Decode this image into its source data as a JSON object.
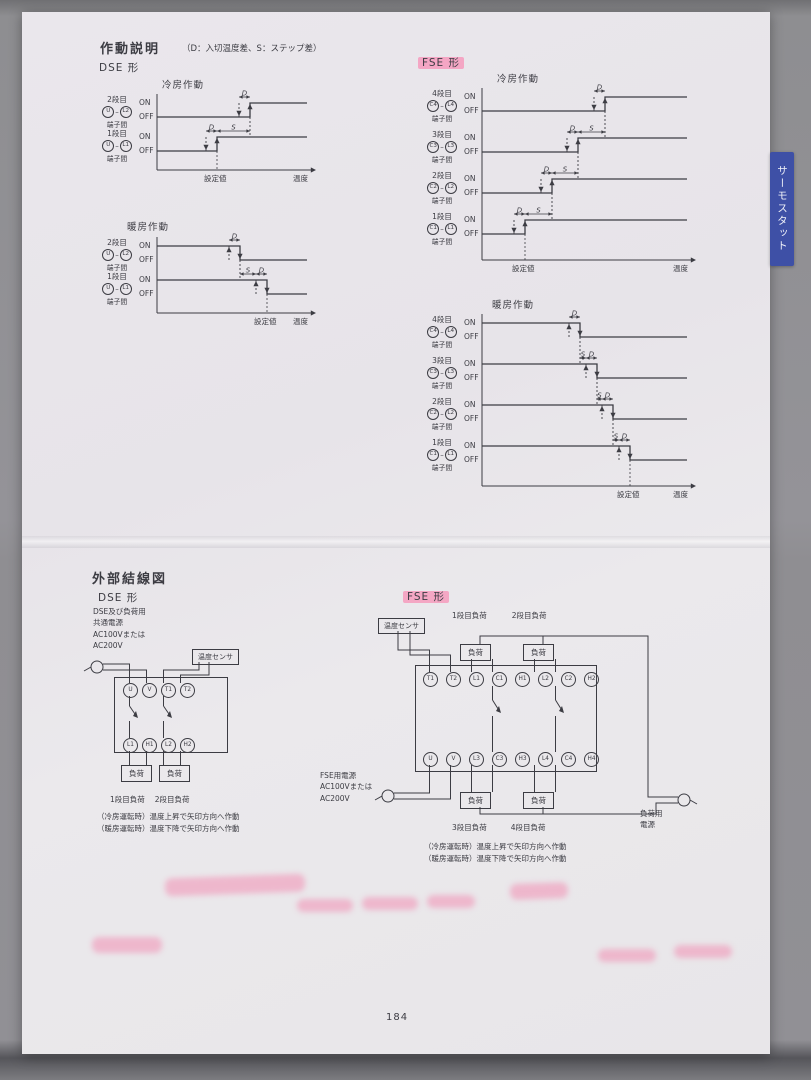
{
  "page": {
    "tab": "サーモスタット",
    "number": "184"
  },
  "operation": {
    "title": "作動説明",
    "legend": "（D：入切温度差、S：ステップ差）",
    "dse_label": "DSE 形",
    "fse_label": "FSE 形",
    "cooling": "冷房作動",
    "heating": "暖房作動",
    "on": "ON",
    "off": "OFF",
    "setpoint": "設定値",
    "temperature": "温度",
    "d": "D",
    "s": "S",
    "terminal_suffix": "端子間",
    "diagrams": [
      {
        "name": "dse-cooling",
        "mode": "cooling",
        "rows": [
          {
            "stage": "2段目",
            "t1": "U",
            "t2": "L2",
            "step": 0.62
          },
          {
            "stage": "1段目",
            "t1": "U",
            "t2": "L1",
            "step": 0.4
          }
        ]
      },
      {
        "name": "dse-heating",
        "mode": "heating",
        "rows": [
          {
            "stage": "2段目",
            "t1": "U",
            "t2": "L2",
            "step": 0.55
          },
          {
            "stage": "1段目",
            "t1": "U",
            "t2": "L1",
            "step": 0.73
          }
        ]
      },
      {
        "name": "fse-cooling",
        "mode": "cooling",
        "rows": [
          {
            "stage": "4段目",
            "t1": "C4",
            "t2": "L4",
            "step": 0.6
          },
          {
            "stage": "3段目",
            "t1": "C3",
            "t2": "L3",
            "step": 0.47
          },
          {
            "stage": "2段目",
            "t1": "C2",
            "t2": "L2",
            "step": 0.34
          },
          {
            "stage": "1段目",
            "t1": "C1",
            "t2": "L1",
            "step": 0.21
          }
        ]
      },
      {
        "name": "fse-heating",
        "mode": "heating",
        "rows": [
          {
            "stage": "4段目",
            "t1": "C4",
            "t2": "L4",
            "step": 0.48
          },
          {
            "stage": "3段目",
            "t1": "C3",
            "t2": "L3",
            "step": 0.56
          },
          {
            "stage": "2段目",
            "t1": "C2",
            "t2": "L2",
            "step": 0.64
          },
          {
            "stage": "1段目",
            "t1": "C1",
            "t2": "L1",
            "step": 0.72
          }
        ]
      }
    ]
  },
  "wiring": {
    "title": "外部結線図",
    "dse_label": "DSE 形",
    "fse_label": "FSE 形",
    "sensor": "温度センサ",
    "load": "負荷",
    "dse_power": "DSE及び負荷用\n共通電源\nAC100Vまたは\nAC200V",
    "fse_power": "FSE用電源\nAC100Vまたは\nAC200V",
    "load_power": "負荷用\n電源",
    "dse_terminals_top": [
      "U",
      "V",
      "T1",
      "T2"
    ],
    "dse_terminals_bottom": [
      "L1",
      "H1",
      "L2",
      "H2"
    ],
    "fse_terminals_top": [
      "T1",
      "T2",
      "L1",
      "C1",
      "H1",
      "L2",
      "C2",
      "H2"
    ],
    "fse_terminals_bottom": [
      "U",
      "V",
      "L3",
      "C3",
      "H3",
      "L4",
      "C4",
      "H4"
    ],
    "dse_load_labels": [
      "1段目負荷",
      "2段目負荷"
    ],
    "fse_load_labels_top": [
      "1段目負荷",
      "2段目負荷"
    ],
    "fse_load_labels_bottom": [
      "3段目負荷",
      "4段目負荷"
    ],
    "note_cooling": "（冷房運転時）温度上昇で矢印方向へ作動",
    "note_heating": "（暖房運転時）温度下降で矢印方向へ作動"
  }
}
